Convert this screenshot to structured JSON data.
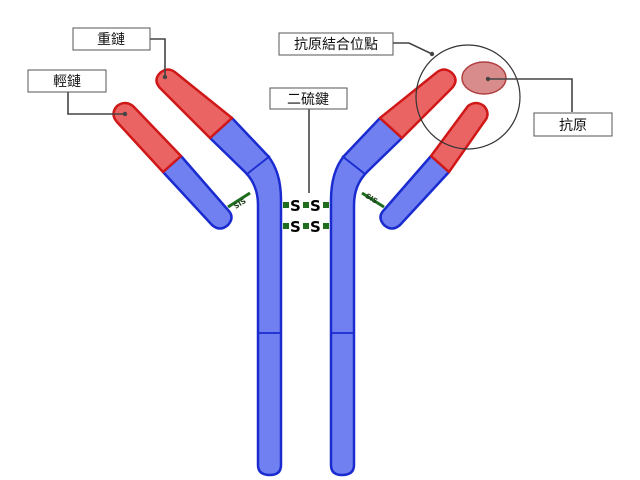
{
  "labels": {
    "heavy_chain": "重鏈",
    "light_chain": "輕鏈",
    "disulfide_bond": "二硫鍵",
    "antigen_binding_site": "抗原結合位點",
    "antigen": "抗原"
  },
  "bond_marks": {
    "s": "S",
    "small": "SIS"
  },
  "colors": {
    "constant_region": "#7080f0",
    "constant_stroke": "#1a2bd0",
    "variable_region": "#ea6464",
    "variable_stroke": "#d01818",
    "antigen_fill": "#d88c8c",
    "antigen_stroke": "#b04040",
    "bond_green": "#1e6e1e"
  }
}
